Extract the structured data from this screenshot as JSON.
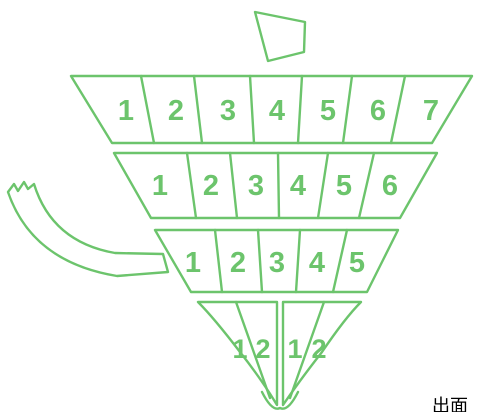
{
  "colors": {
    "stroke": "#6cc46c",
    "numbers": "#6cc46c",
    "background": "#ffffff"
  },
  "rows": [
    {
      "labels": [
        "1",
        "2",
        "3",
        "4",
        "5",
        "6",
        "7"
      ]
    },
    {
      "labels": [
        "1",
        "2",
        "3",
        "4",
        "5",
        "6"
      ]
    },
    {
      "labels": [
        "1",
        "2",
        "3",
        "4",
        "5"
      ]
    },
    {
      "left_labels": [
        "1",
        "2"
      ],
      "right_labels": [
        "1",
        "2"
      ]
    }
  ],
  "corner_text": "出面"
}
